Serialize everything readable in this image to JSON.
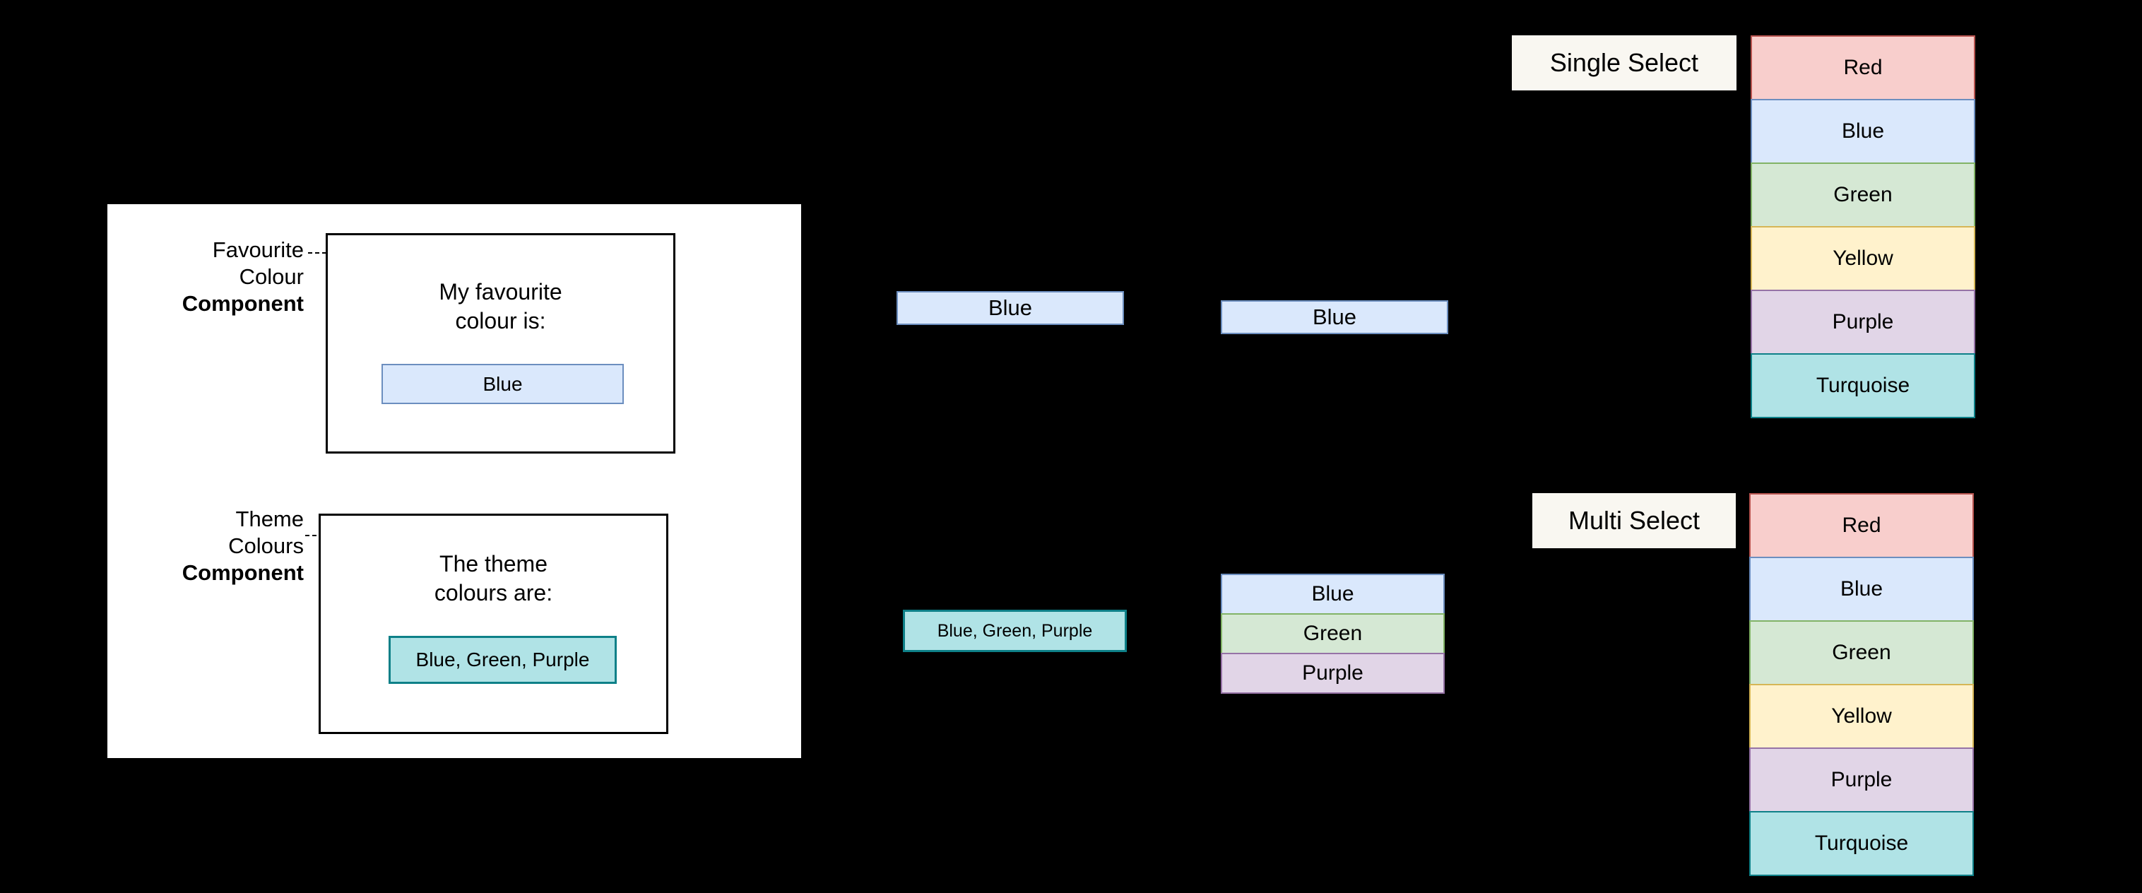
{
  "palette": {
    "red_fill": "#f8cecc",
    "red_stroke": "#b85450",
    "blue_fill": "#dae8fc",
    "blue_stroke": "#6c8ebf",
    "green_fill": "#d5e8d4",
    "green_stroke": "#82b366",
    "yellow_fill": "#fff2cc",
    "yellow_stroke": "#d6b656",
    "purple_fill": "#e1d5e7",
    "purple_stroke": "#9673a6",
    "turquoise_fill": "#b0e3e6",
    "turquoise_stroke": "#0e8088",
    "panel_bg": "#ffffff",
    "canvas_bg": "#000000",
    "tag_bg": "#f9f7f1",
    "outline": "#000000"
  },
  "components": {
    "favourite": {
      "label_line1": "Favourite",
      "label_line2": "Colour",
      "label_line3": "Component",
      "body_text": "My favourite\ncolour is:",
      "value": "Blue",
      "value_fill": "#dae8fc",
      "value_stroke": "#6c8ebf"
    },
    "theme": {
      "label_line1": "Theme",
      "label_line2": "Colours",
      "label_line3": "Component",
      "body_text": "The theme\ncolours are:",
      "value": "Blue, Green, Purple",
      "value_fill": "#b0e3e6",
      "value_stroke": "#0e8088"
    }
  },
  "column_two": {
    "single_value": {
      "label": "Blue",
      "fill": "#dae8fc",
      "stroke": "#6c8ebf"
    },
    "multi_value": {
      "label": "Blue, Green, Purple",
      "fill": "#b0e3e6",
      "stroke": "#0e8088"
    }
  },
  "column_three": {
    "single_value": {
      "label": "Blue",
      "fill": "#dae8fc",
      "stroke": "#6c8ebf"
    },
    "multi_stack": [
      {
        "label": "Blue",
        "fill": "#dae8fc",
        "stroke": "#6c8ebf"
      },
      {
        "label": "Green",
        "fill": "#d5e8d4",
        "stroke": "#82b366"
      },
      {
        "label": "Purple",
        "fill": "#e1d5e7",
        "stroke": "#9673a6"
      }
    ]
  },
  "single_select": {
    "title": "Single Select",
    "options": [
      {
        "label": "Red",
        "fill": "#f8cecc",
        "stroke": "#b85450"
      },
      {
        "label": "Blue",
        "fill": "#dae8fc",
        "stroke": "#6c8ebf"
      },
      {
        "label": "Green",
        "fill": "#d5e8d4",
        "stroke": "#82b366"
      },
      {
        "label": "Yellow",
        "fill": "#fff2cc",
        "stroke": "#d6b656"
      },
      {
        "label": "Purple",
        "fill": "#e1d5e7",
        "stroke": "#9673a6"
      },
      {
        "label": "Turquoise",
        "fill": "#b0e3e6",
        "stroke": "#0e8088"
      }
    ]
  },
  "multi_select": {
    "title": "Multi Select",
    "options": [
      {
        "label": "Red",
        "fill": "#f8cecc",
        "stroke": "#b85450"
      },
      {
        "label": "Blue",
        "fill": "#dae8fc",
        "stroke": "#6c8ebf"
      },
      {
        "label": "Green",
        "fill": "#d5e8d4",
        "stroke": "#82b366"
      },
      {
        "label": "Yellow",
        "fill": "#fff2cc",
        "stroke": "#d6b656"
      },
      {
        "label": "Purple",
        "fill": "#e1d5e7",
        "stroke": "#9673a6"
      },
      {
        "label": "Turquoise",
        "fill": "#b0e3e6",
        "stroke": "#0e8088"
      }
    ]
  }
}
